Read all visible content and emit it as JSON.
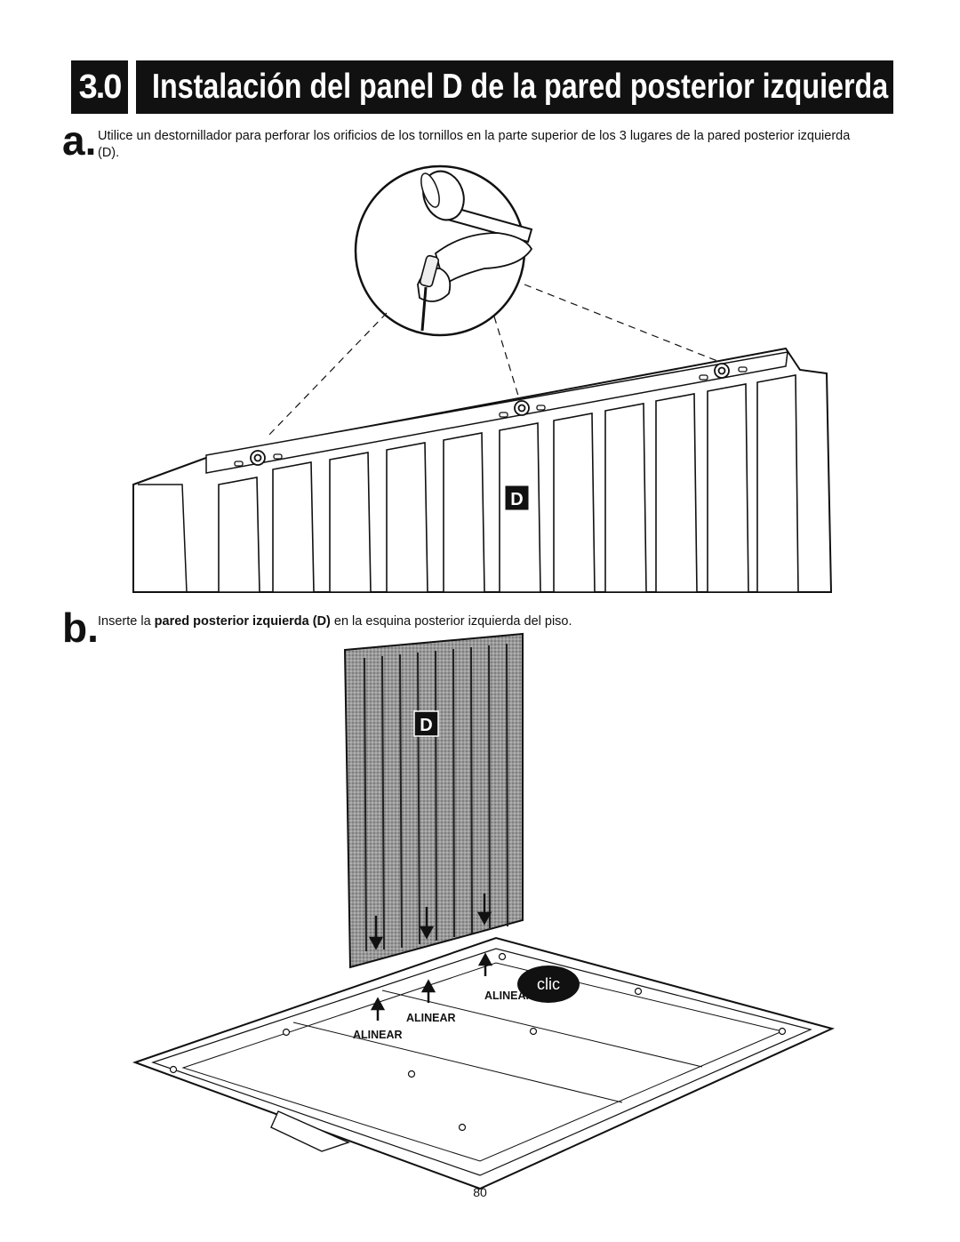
{
  "header": {
    "step_number": "3.0",
    "title": "Instalación del panel D de la pared posterior izquierda"
  },
  "steps": [
    {
      "letter": "a.",
      "text": "Utilice un destornillador para perforar los orificios de los tornillos en la parte superior de los 3 lugares de la pared posterior izquierda (D)."
    },
    {
      "letter": "b.",
      "text_plain_1": "Inserte la ",
      "text_bold": "pared posterior izquierda (D)",
      "text_plain_2": " en la esquina posterior izquierda del piso."
    }
  ],
  "labels": {
    "panel_label": "D",
    "align_label": "ALINEAR",
    "click_label": "clic"
  },
  "page_number": "80"
}
